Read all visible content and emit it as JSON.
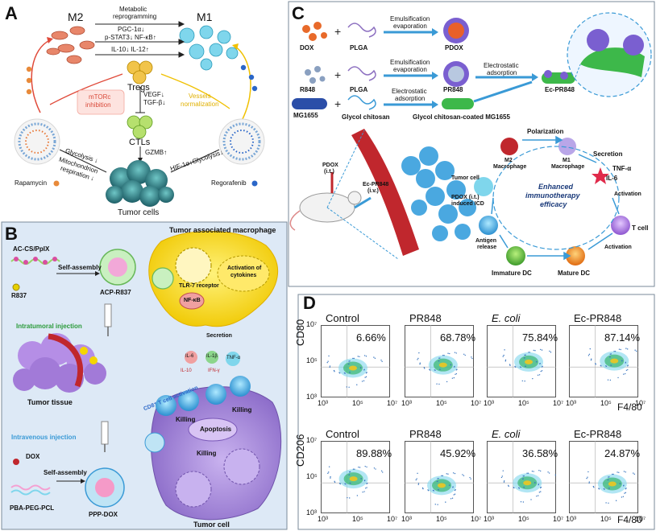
{
  "panels": {
    "A": {
      "letter": "A",
      "m2": "M2",
      "m1": "M1",
      "metabolic": "Metabolic",
      "reprogramming": "reprogramming",
      "pgc": "PGC-1α↓",
      "stat": "p-STAT3↓ NF-κB↑",
      "il": "IL-10↓ IL-12↑",
      "tregs": "Tregs",
      "mtor": "mTORc",
      "mtor2": "inhibition",
      "vessels": "Vessels",
      "vessels2": "normalization",
      "vegf": "VEGF↓",
      "tgf": "TGF-β↓",
      "ctls": "CTLs",
      "gzmb": "GZMB↑",
      "glycolysis": "Glycolysis ↓",
      "mito": "Mitochondrion",
      "resp": "respiration ↓",
      "hif": "HIF-1α↓Glycolysis↓",
      "rapamycin": "Rapamycin",
      "regorafenib": "Regorafenib",
      "tumor": "Tumor cells"
    },
    "B": {
      "letter": "B",
      "title": "Tumor associated macrophage",
      "accs": "AC-CS/PpIX",
      "selfassembly": "Self-assembly",
      "r837": "R837",
      "acp": "ACP-R837",
      "intratumoral": "Intratumoral injection",
      "tlr": "TLR-7 receptor",
      "activation": "Activation of",
      "cytokines": "cytokines",
      "nfkb": "NF-κB",
      "secretion": "Secretion",
      "il6": "IL-6",
      "il1b": "IL-1β",
      "tnf": "TNF-α",
      "il10": "IL-10",
      "ifn": "IFN-γ",
      "cd8": "CD8⁺ T cell activation",
      "killing1": "Killing",
      "killing2": "Killing",
      "killing3": "Killing",
      "apoptosis": "Apoptosis",
      "tissue": "Tumor tissue",
      "intravenous": "Intravenous injection",
      "dox": "DOX",
      "selfassembly2": "Self-assembly",
      "pba": "PBA-PEG-PCL",
      "ppp": "PPP-DOX",
      "tumorcell": "Tumor cell"
    },
    "C": {
      "letter": "C",
      "dox": "DOX",
      "plga": "PLGA",
      "emul1": "Emulsification",
      "evap1": "evaporation",
      "pdox": "PDOX",
      "r848": "R848",
      "plga2": "PLGA",
      "emul2": "Emulsification",
      "evap2": "evaporation",
      "pr848": "PR848",
      "electro1": "Electrostatic",
      "adsorp1": "adsorption",
      "ecpr848": "Ec-PR848",
      "mg1655": "MG1655",
      "glycol": "Glycol chitosan",
      "electro2": "Electrostatic",
      "adsorp2": "adsorption",
      "gcmg": "Glycol chitosan-coated MG1655",
      "pdoxit": "PDOX",
      "pdoxit2": "(i.t.)",
      "ecpr": "Ec-PR848",
      "ecpr2": "(i.v.)",
      "polar": "Polarization",
      "m2mac": "M2",
      "m2mac2": "Macrophage",
      "m1mac": "M1",
      "m1mac2": "Macrophage",
      "secretion": "Secretion",
      "tnfa": "TNF-α",
      "il6": "IL-6",
      "tumorcell": "Tumor cell",
      "pdoxicd": "PDOX (i.t.)",
      "pdoxicd2": "induced ICD",
      "enhanced": "Enhanced",
      "immuno": "immunotherapy",
      "efficacy": "efficacy",
      "activation1": "Activation",
      "tcell": "T cell",
      "antigen": "Antigen",
      "release": "release",
      "activation2": "Activation",
      "immature": "Immature DC",
      "mature": "Mature DC"
    },
    "D": {
      "letter": "D",
      "row1_axis": "CD80",
      "row2_axis": "CD206",
      "xaxis": "F4/80",
      "row1": [
        {
          "title": "Control",
          "pct": "6.66%",
          "italic": false
        },
        {
          "title": "PR848",
          "pct": "68.78%",
          "italic": false
        },
        {
          "title": "E. coli",
          "pct": "75.84%",
          "italic": true
        },
        {
          "title": "Ec-PR848",
          "pct": "87.14%",
          "italic": false
        }
      ],
      "row2": [
        {
          "title": "Control",
          "pct": "89.88%",
          "italic": false
        },
        {
          "title": "PR848",
          "pct": "45.92%",
          "italic": false
        },
        {
          "title": "E. coli",
          "pct": "36.58%",
          "italic": true
        },
        {
          "title": "Ec-PR848",
          "pct": "24.87%",
          "italic": false
        }
      ],
      "yticks": [
        "10⁷",
        "10⁵",
        "10³"
      ],
      "xticks": [
        "10³",
        "10⁵",
        "10⁷"
      ]
    }
  },
  "colors": {
    "border": "#555555",
    "panelB_bg": "#dfeaf5",
    "macrophage": "#f5d600",
    "tumor": "#9c7fd0",
    "cell_cyan": "#3ec6e0",
    "tumor_a": "#2e8c8c",
    "vessel": "#c0272d",
    "gate": "#3b77c0"
  }
}
